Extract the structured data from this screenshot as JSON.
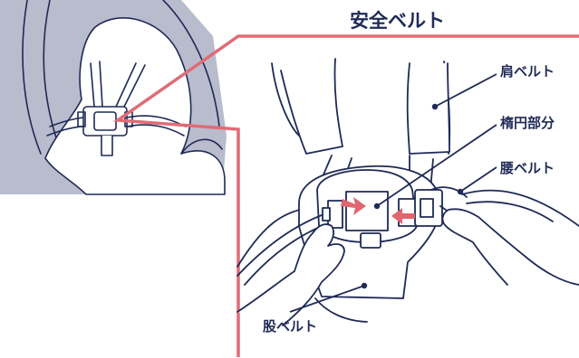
{
  "title": "安全ベルト",
  "labels": {
    "shoulder_belt": "肩ベルト",
    "oval_part": "楕円部分",
    "lap_belt": "腰ベルト",
    "crotch_belt": "股ベルト"
  },
  "colors": {
    "ink": "#1f2a56",
    "seat_fill": "#b9bccd",
    "frame_pink": "#e06b76",
    "arrow_pink": "#e0666f"
  }
}
